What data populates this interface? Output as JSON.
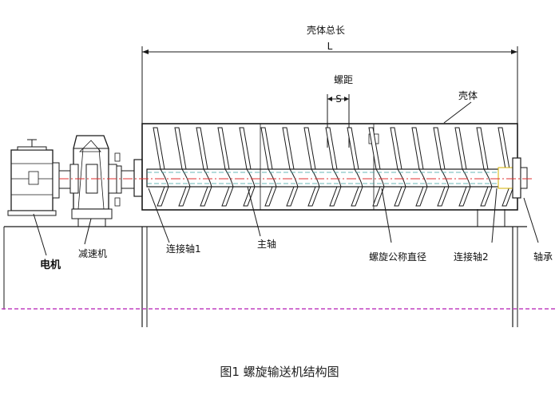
{
  "figure": {
    "caption": "图1 螺旋输送机结构图"
  },
  "dimensions": {
    "overall_length_label": "壳体总长",
    "overall_length_symbol": "L",
    "pitch_label": "螺距",
    "pitch_symbol": "S"
  },
  "labels": {
    "motor": "电机",
    "reducer": "减速机",
    "coupling_shaft_1": "连接轴1",
    "main_shaft": "主轴",
    "nominal_diameter": "螺旋公称直径",
    "coupling_shaft_2": "连接轴2",
    "bearing": "轴承",
    "casing": "壳体"
  },
  "colors": {
    "line": "#1a1a1a",
    "centerline": "#e03030",
    "ground": "#c040c0",
    "hub_dash": "#3aa0a0",
    "accent_yellow": "#d4b000"
  }
}
